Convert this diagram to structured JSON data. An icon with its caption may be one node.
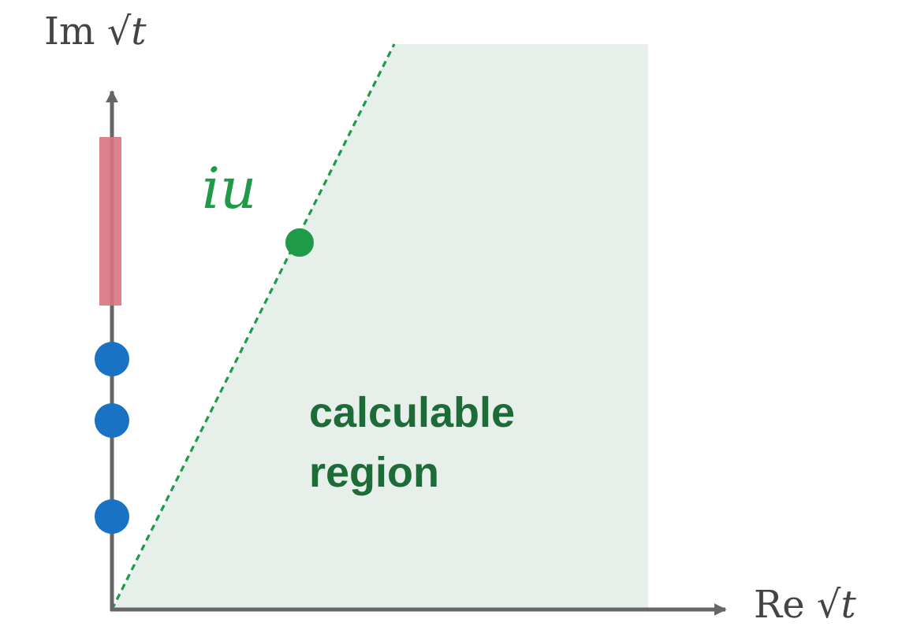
{
  "diagram": {
    "nodes": [
      {
        "text": [
          "calculable region"
        ]
      }
    ],
    "labels": [
      "Im √*t*",
      "iu",
      "Re √*t*"
    ]
  }
}
